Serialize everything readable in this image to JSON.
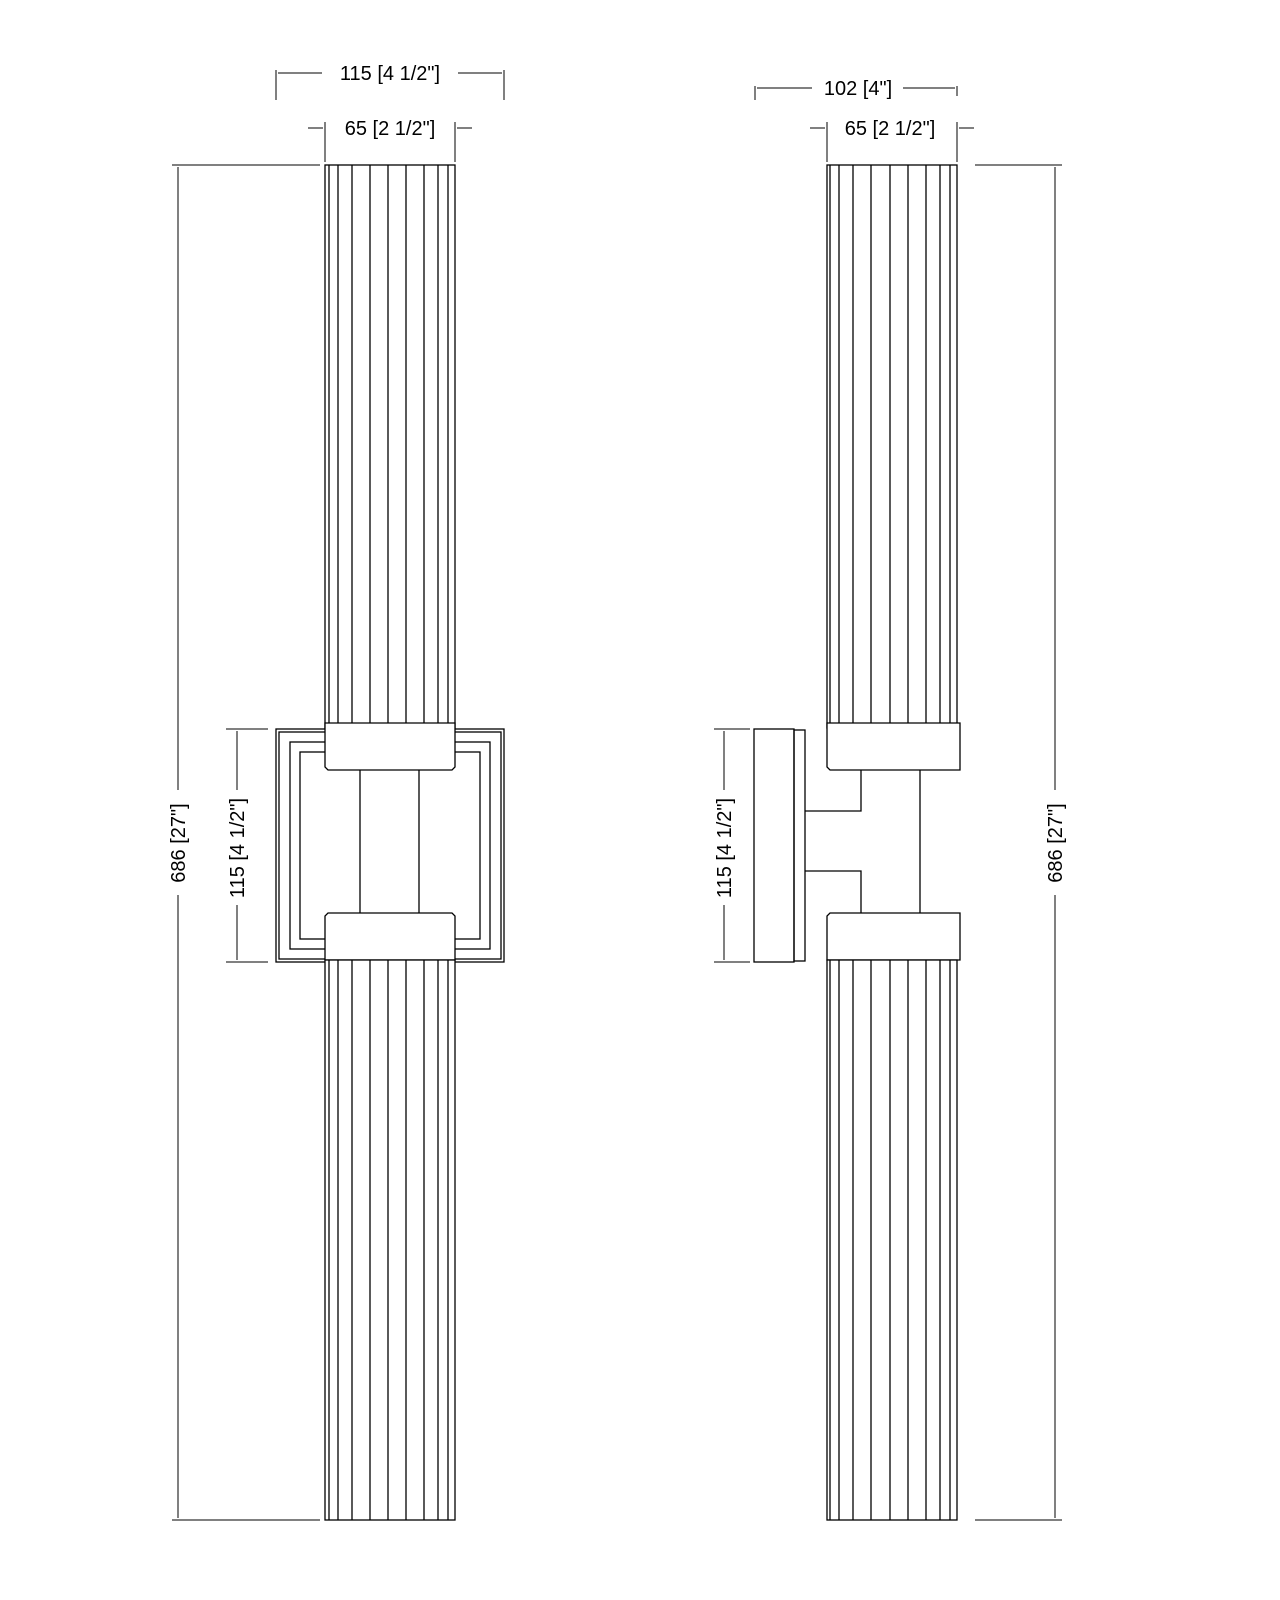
{
  "drawing": {
    "title": "Fluted cylinder wall sconce — dimension drawing",
    "line_color": "#000000",
    "background": "#ffffff"
  },
  "front_view": {
    "overall_width_label": "115 [4 1/2\"]",
    "shade_width_label": "65 [2 1/2\"]",
    "overall_height_label": "686 [27\"]",
    "backplate_height_label": "115 [4 1/2\"]"
  },
  "side_view": {
    "overall_depth_label": "102 [4\"]",
    "shade_width_label": "65 [2 1/2\"]",
    "overall_height_label": "686 [27\"]",
    "backplate_height_label": "115 [4 1/2\"]"
  }
}
